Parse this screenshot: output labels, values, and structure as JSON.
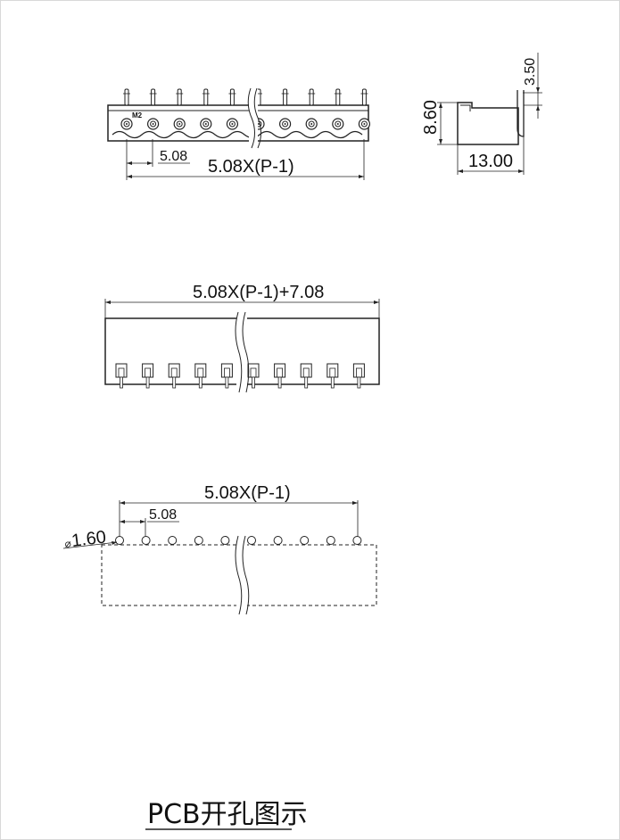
{
  "front_view": {
    "pin_count": 10,
    "label_marking": "M2",
    "dim_pitch": "5.08",
    "dim_span": "5.08X(P-1)"
  },
  "side_view": {
    "dim_pin_height": "3.50",
    "dim_body_height": "8.60",
    "dim_depth": "13.00"
  },
  "bottom_view": {
    "dim_total_length": "5.08X(P-1)+7.08"
  },
  "pcb_layout": {
    "dim_hole_diameter": "1.60",
    "diameter_symbol": "⌀",
    "dim_pitch": "5.08",
    "dim_span": "5.08X(P-1)"
  },
  "caption": "PCB开孔图示"
}
